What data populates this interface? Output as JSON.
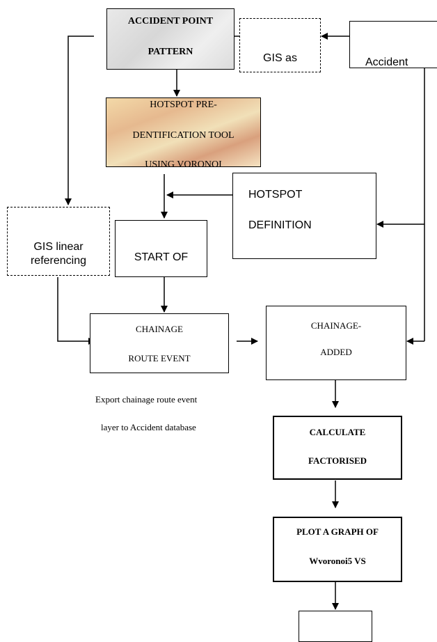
{
  "boxes": {
    "accident_point_pattern": {
      "line1": "ACCIDENT POINT",
      "line2": "PATTERN"
    },
    "gis_as": {
      "text": "GIS as"
    },
    "accident": {
      "text": "Accident"
    },
    "hotspot_pre": {
      "line1": "HOTSPOT PRE-",
      "line2": "DENTIFICATION TOOL",
      "line3": "USING VORONOI"
    },
    "hotspot_definition": {
      "line1": "HOTSPOT",
      "line2": "DEFINITION"
    },
    "gis_linear": {
      "line1": "GIS linear",
      "line2": "referencing"
    },
    "start_of": {
      "text": "START OF"
    },
    "chainage_route": {
      "line1": "CHAINAGE",
      "line2": "ROUTE EVENT"
    },
    "chainage_added": {
      "line1": "CHAINAGE-",
      "line2": "ADDED"
    },
    "calculate": {
      "line1": "CALCULATE",
      "line2": "FACTORISED"
    },
    "plot_graph": {
      "line1": "PLOT A GRAPH OF",
      "line2": "Wvoronoi5 VS"
    },
    "final_box": {
      "text": ""
    }
  },
  "export_note": {
    "line1": "Export chainage route event",
    "line2": "layer to Accident database"
  },
  "colors": {
    "line": "#000000",
    "screenshot_tint": "#d7d7d7",
    "voronoi_tint": "#e6b98f"
  }
}
